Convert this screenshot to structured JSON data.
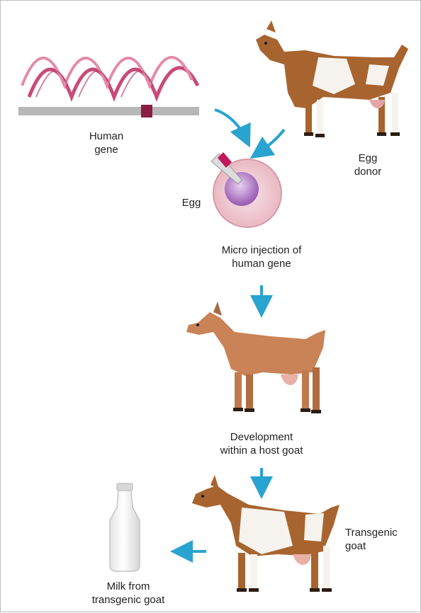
{
  "labels": {
    "human_gene": "Human\ngene",
    "egg_donor": "Egg\ndonor",
    "egg": "Egg",
    "micro_injection": "Micro injection of\nhuman gene",
    "development": "Development\nwithin a host goat",
    "transgenic_goat": "Transgenic\ngoat",
    "milk": "Milk from\ntransgenic goat"
  },
  "colors": {
    "arrow": "#29a3cf",
    "dna": "#c94a78",
    "gene_marker": "#8c1d45",
    "goat_brown": "#a8642f",
    "goat_white": "#f6f3ee",
    "host_goat": "#c98356"
  }
}
